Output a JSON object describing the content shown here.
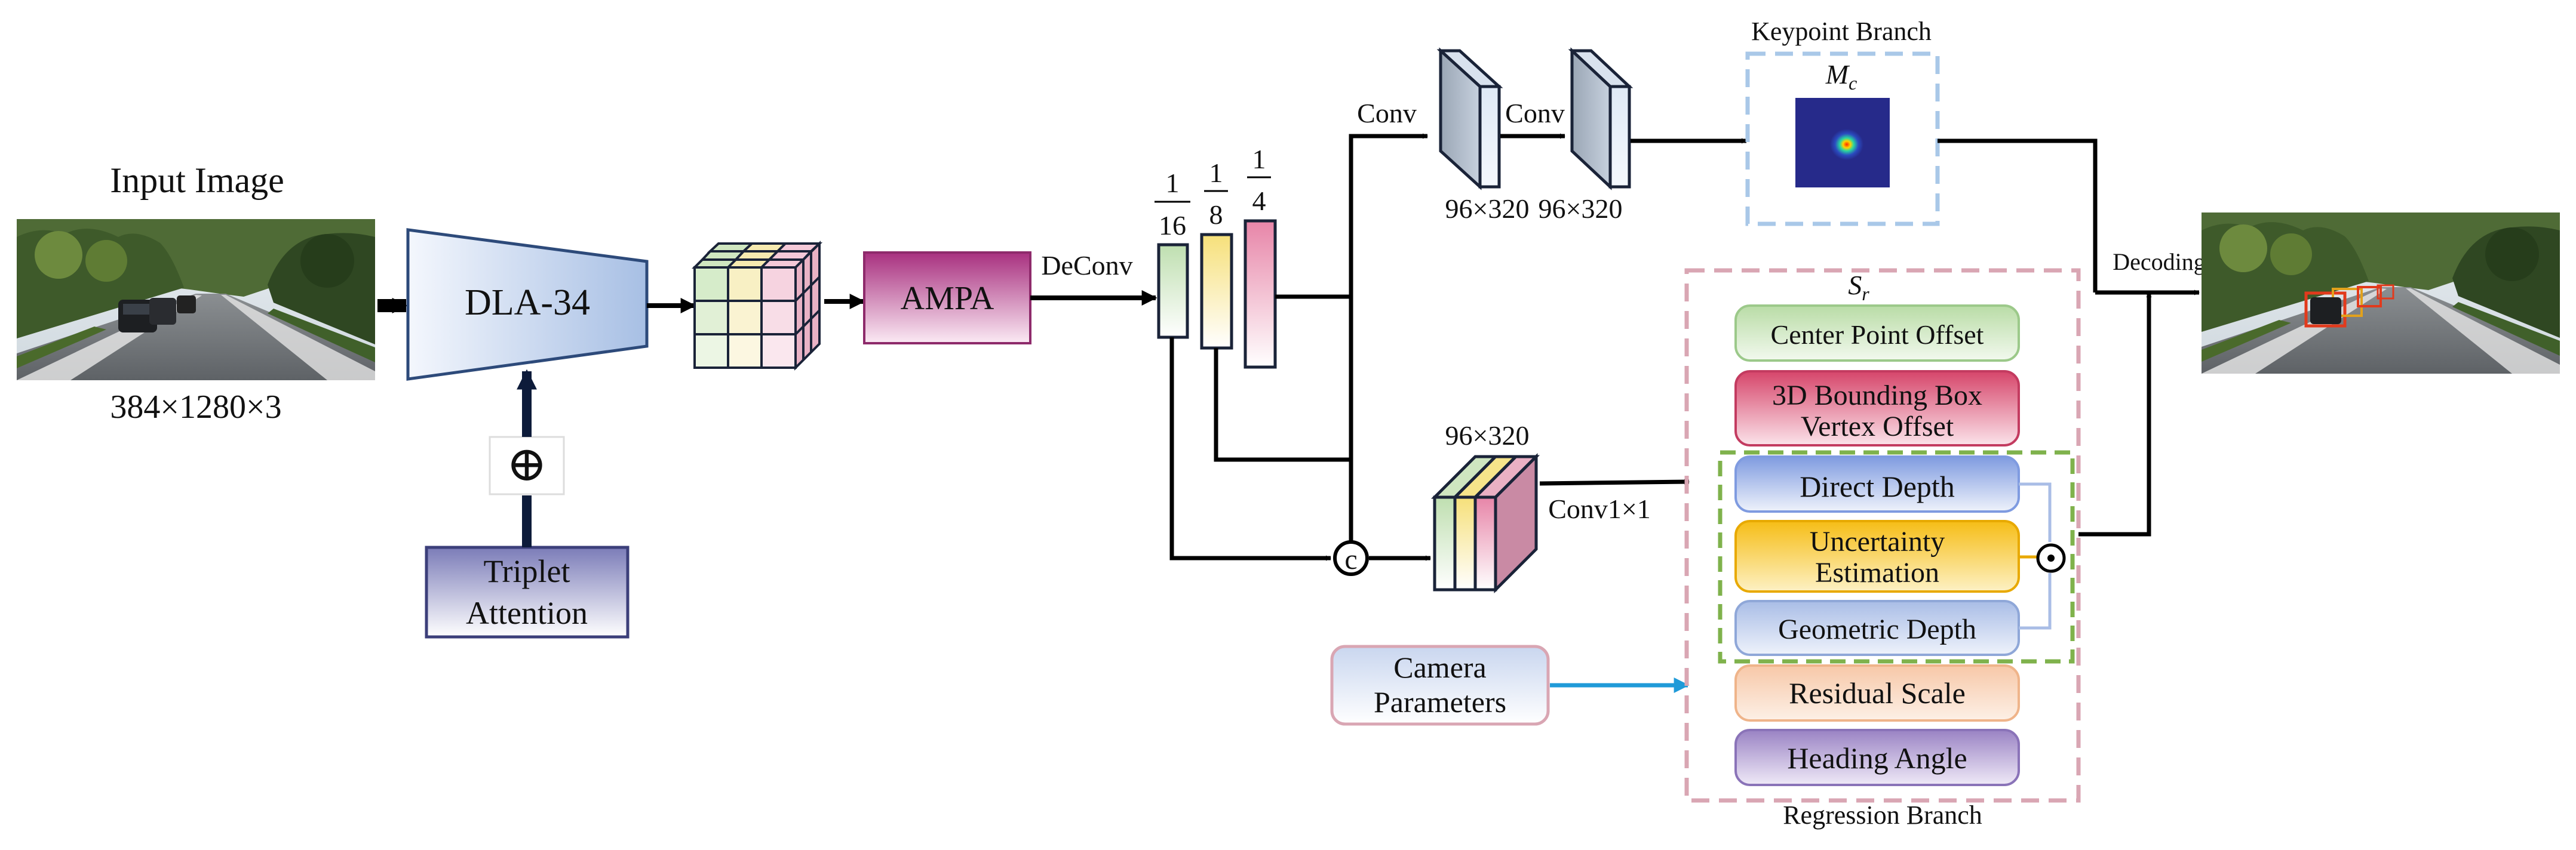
{
  "input": {
    "title": "Input Image",
    "size": "384×1280×3"
  },
  "backbone": {
    "label": "DLA-34"
  },
  "attention": {
    "line1": "Triplet",
    "line2": "Attention",
    "plus_symbol": "⊕"
  },
  "ampa": {
    "label": "AMPA"
  },
  "deconv": {
    "label": "DeConv"
  },
  "scales": [
    {
      "num": "1",
      "den": "16"
    },
    {
      "num": "1",
      "den": "8"
    },
    {
      "num": "1",
      "den": "4"
    }
  ],
  "concat_symbol": "c",
  "conv_labels": {
    "conv1": "Conv",
    "conv2": "Conv",
    "conv1x1": "Conv1×1"
  },
  "dims": {
    "a": "96×320",
    "b": "96×320",
    "c": "96×320"
  },
  "keypoint": {
    "title": "Keypoint Branch",
    "symbol": "M",
    "subscript": "c"
  },
  "regression": {
    "title": "Regression Branch",
    "symbol": "S",
    "subscript": "r",
    "items": [
      {
        "line1": "Center Point Offset",
        "line2": ""
      },
      {
        "line1": "3D Bounding Box",
        "line2": "Vertex Offset"
      },
      {
        "line1": "Direct Depth",
        "line2": ""
      },
      {
        "line1": "Uncertainty",
        "line2": "Estimation"
      },
      {
        "line1": "Geometric Depth",
        "line2": ""
      },
      {
        "line1": "Residual Scale",
        "line2": ""
      },
      {
        "line1": "Heading Angle",
        "line2": ""
      }
    ],
    "dot_symbol": "⊙"
  },
  "camera": {
    "line1": "Camera",
    "line2": "Parameters"
  },
  "decoding": {
    "label": "Decoding"
  },
  "colors": {
    "ampa": "#a8307f",
    "center_offset": "#b9dca6",
    "vertex_offset": "#d6456a",
    "direct_depth": "#7f9be0",
    "uncertainty": "#f6bd16",
    "geometric_depth": "#a9bde6",
    "residual_scale": "#f7c8a8",
    "heading_angle": "#9a83c4",
    "keypoint_border": "#a9c8e8",
    "regression_border": "#d9a6b3",
    "depth_group_border": "#7fb24c",
    "camera_arrow": "#1f9ad8"
  }
}
